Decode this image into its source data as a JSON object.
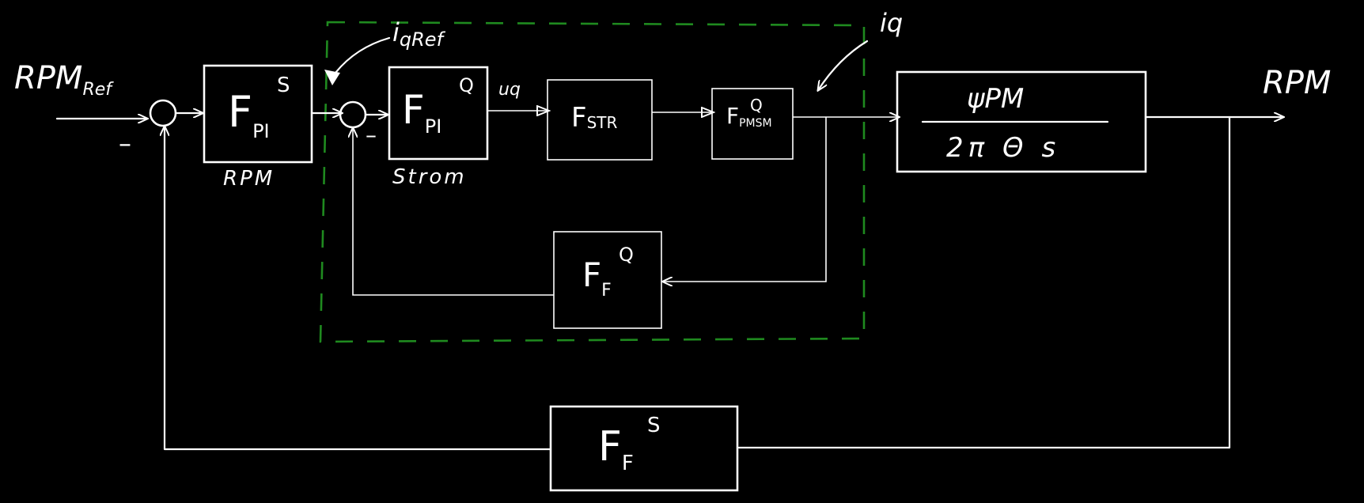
{
  "colors": {
    "background": "#000000",
    "stroke": "#ffffff",
    "dashed_region": "#1f8a1f"
  },
  "signals": {
    "rpm_ref_main": "RPM",
    "rpm_ref_sub": "Ref",
    "iq_ref_main": "i",
    "iq_ref_sub": "qRef",
    "uq": "uq",
    "iq": "iq",
    "rpm_out": "RPM",
    "minus_1": "–",
    "minus_2": "–"
  },
  "blocks": {
    "speed_pi": {
      "main": "F",
      "sup": "S",
      "sub": "PI",
      "caption": "RPM"
    },
    "current_pi": {
      "main": "F",
      "sup": "Q",
      "sub": "PI",
      "caption": "Strom"
    },
    "str": {
      "main": "F",
      "sub": "STR"
    },
    "pmsm": {
      "main": "F",
      "sup": "Q",
      "sub": "PMSM"
    },
    "current_feedback": {
      "main": "F",
      "sup": "Q",
      "sub": "F"
    },
    "mechanics": {
      "numerator": "ψPM",
      "denominator": "2π Θ s"
    },
    "speed_feedback": {
      "main": "F",
      "sup": "S",
      "sub": "F"
    }
  }
}
